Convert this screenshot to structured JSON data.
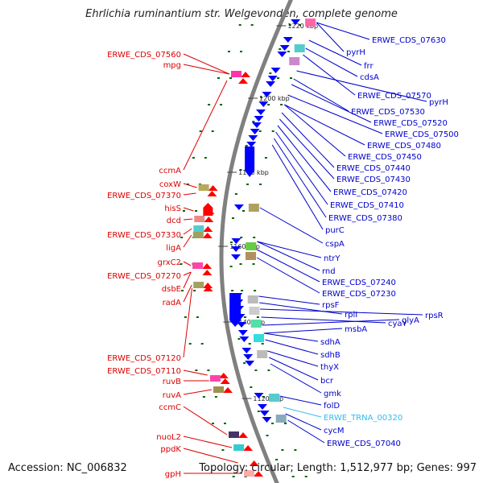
{
  "title": "Ehrlichia ruminantium str. Welgevonden, complete genome",
  "footer": {
    "accession": "Accession: NC_006832",
    "stats": "Topology: circular; Length: 1,512,977 bp; Genes: 997"
  },
  "colors": {
    "left_labels": "#dd0000",
    "right_labels": "#0000cc",
    "trna_label": "#33bbee",
    "backbone": "#808080",
    "forward_feature": "#ff0000",
    "reverse_feature": "#0000ff",
    "tick": "#006600"
  },
  "scale_labels": [
    "1220 kbp",
    "1200 kbp",
    "1180 kbp",
    "1160 kbp",
    "1140 kbp",
    "1120 kbp"
  ],
  "left_labels": [
    "ERWE_CDS_07560",
    "mpg",
    "ccmA",
    "coxW",
    "ERWE_CDS_07370",
    "hisS",
    "dcd",
    "ERWE_CDS_07330",
    "ligA",
    "grxC2",
    "ERWE_CDS_07270",
    "dsbE",
    "radA",
    "ERWE_CDS_07120",
    "ERWE_CDS_07110",
    "ruvB",
    "ruvA",
    "ccmC",
    "nuoL2",
    "ppdK",
    "gpH"
  ],
  "right_labels": [
    "ERWE_CDS_07630",
    "pyrH",
    "frr",
    "cdsA",
    "ERWE_CDS_07570",
    "pyrH",
    "ERWE_CDS_07530",
    "ERWE_CDS_07520",
    "ERWE_CDS_07500",
    "ERWE_CDS_07480",
    "ERWE_CDS_07450",
    "ERWE_CDS_07440",
    "ERWE_CDS_07430",
    "ERWE_CDS_07420",
    "ERWE_CDS_07410",
    "ERWE_CDS_07380",
    "purC",
    "cspA",
    "ntrY",
    "rnd",
    "ERWE_CDS_07240",
    "ERWE_CDS_07230",
    "rpsF",
    "rplI",
    "rpsR",
    "cyaY",
    "glyA",
    "msbA",
    "sdhA",
    "sdhB",
    "thyX",
    "bcr",
    "gmk",
    "folD",
    "ERWE_TRNA_00320",
    "cycM",
    "ERWE_CDS_07040"
  ]
}
